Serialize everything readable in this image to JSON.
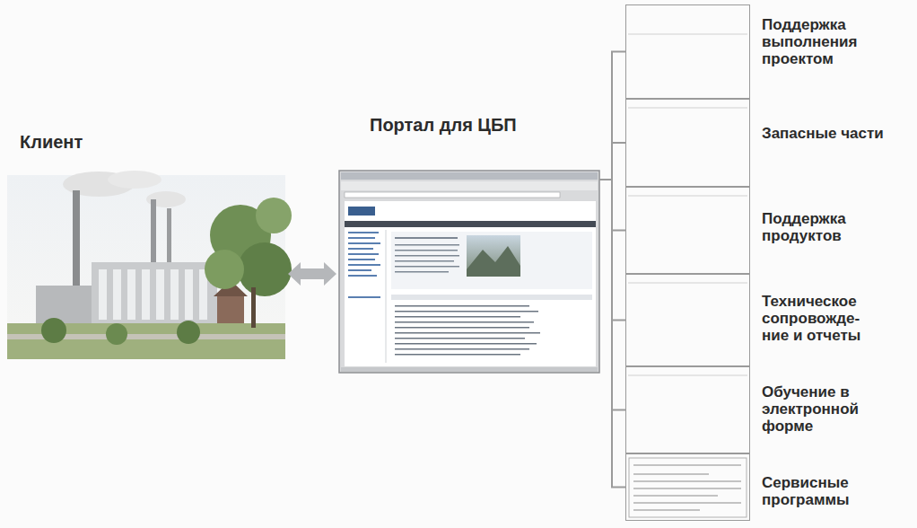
{
  "diagram": {
    "nodes": [
      {
        "text": [
          "Клиент"
        ]
      },
      {
        "text": [
          "Портал для ЦБП"
        ]
      },
      {
        "text": [
          "Поддержка выполнения проектом"
        ]
      },
      {
        "text": [
          "Запасные части"
        ]
      },
      {
        "text": [
          "Поддержка продуктов"
        ]
      },
      {
        "text": [
          "Техническое сопровожде- ние и отчеты"
        ]
      },
      {
        "text": [
          "Обучение в электронной форме"
        ]
      },
      {
        "text": [
          "Сервисные программы"
        ]
      }
    ],
    "edges": [
      {
        "from": 0,
        "to": 1,
        "arrow": "both"
      },
      {
        "from": 1,
        "to": 2,
        "arrow": "none"
      },
      {
        "from": 1,
        "to": 3,
        "arrow": "none"
      },
      {
        "from": 1,
        "to": 4,
        "arrow": "none"
      },
      {
        "from": 1,
        "to": 5,
        "arrow": "none"
      },
      {
        "from": 1,
        "to": 6,
        "arrow": "none"
      },
      {
        "from": 1,
        "to": 7,
        "arrow": "none"
      }
    ]
  }
}
